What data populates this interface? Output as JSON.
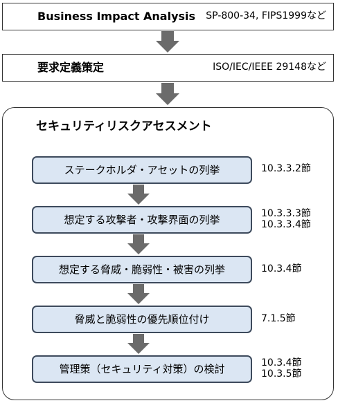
{
  "top_boxes": [
    {
      "title": "Business Impact Analysis",
      "ref": "SP-800-34, FIPS1999など"
    },
    {
      "title": "要求定義策定",
      "ref": "ISO/IEC/IEEE 29148など"
    }
  ],
  "assessment": {
    "title": "セキュリティリスクアセスメント",
    "steps": [
      {
        "label": "ステークホルダ・アセットの列挙",
        "refs": [
          "10.3.3.2節"
        ]
      },
      {
        "label": "想定する攻撃者・攻撃界面の列挙",
        "refs": [
          "10.3.3.3節",
          "10.3.3.4節"
        ]
      },
      {
        "label": "想定する脅威・脆弱性・被害の列挙",
        "refs": [
          "10.3.4節"
        ]
      },
      {
        "label": "脅威と脆弱性の優先順位付け",
        "refs": [
          "7.1.5節"
        ]
      },
      {
        "label": "管理策（セキュリティ対策）の検討",
        "refs": [
          "10.3.4節",
          "10.3.5節"
        ]
      }
    ]
  },
  "colors": {
    "step_fill": "#dbe6f3",
    "step_border": "#3d4a5c",
    "arrow": "#6b6b6b"
  }
}
